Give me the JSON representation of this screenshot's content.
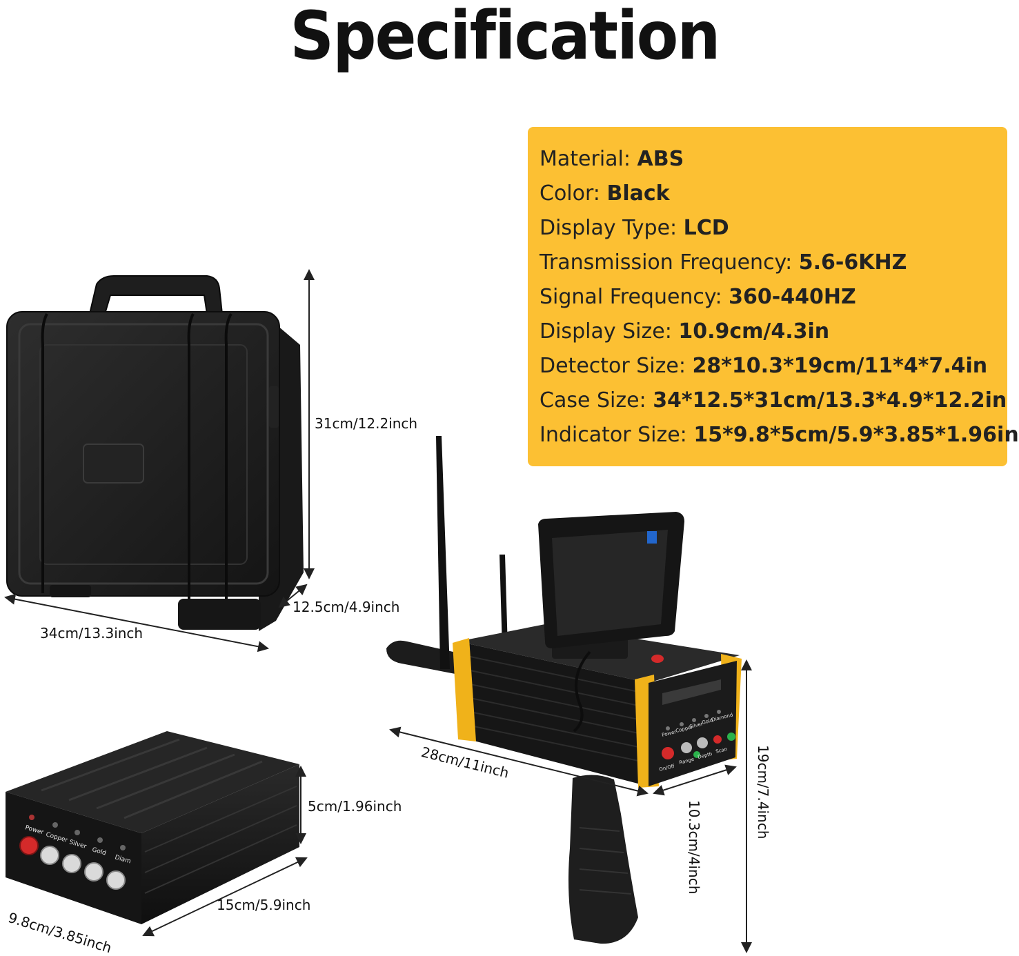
{
  "title": "Specification",
  "specs": [
    {
      "label": "Material: ",
      "value": "ABS"
    },
    {
      "label": "Color: ",
      "value": "Black"
    },
    {
      "label": "Display Type: ",
      "value": "LCD"
    },
    {
      "label": "Transmission Frequency: ",
      "value": "5.6-6KHZ"
    },
    {
      "label": "Signal Frequency: ",
      "value": "360-440HZ"
    },
    {
      "label": "Display Size: ",
      "value": "10.9cm/4.3in"
    },
    {
      "label": "Detector Size: ",
      "value": "28*10.3*19cm/11*4*7.4in"
    },
    {
      "label": "Case Size: ",
      "value": "34*12.5*31cm/13.3*4.9*12.2in"
    },
    {
      "label": "Indicator Size: ",
      "value": "15*9.8*5cm/5.9*3.85*1.96in"
    }
  ],
  "dimensions": {
    "case_height": "31cm/12.2inch",
    "case_depth": "12.5cm/4.9inch",
    "case_width": "34cm/13.3inch",
    "detector_length": "28cm/11inch",
    "detector_height": "19cm/7.4inch",
    "detector_width": "10.3cm/4inch",
    "indicator_height": "5cm/1.96inch",
    "indicator_length": "15cm/5.9inch",
    "indicator_depth": "9.8cm/3.85inch"
  },
  "indicator_panel": {
    "labels": [
      "Power",
      "Copper",
      "Silver",
      "Gold",
      "Diam"
    ]
  },
  "detector_panel": {
    "top_labels": [
      "Power",
      "Copper",
      "Silver",
      "Gold",
      "Diamond"
    ],
    "bottom_labels": [
      "On/Off",
      "Range",
      "Depth",
      "Scan"
    ]
  },
  "colors": {
    "accent": "#fcc033",
    "device_body": "#1c1c1c",
    "detector_trim": "#f0b21a",
    "power_button": "#d42a2a",
    "green_button": "#2bb24c"
  }
}
